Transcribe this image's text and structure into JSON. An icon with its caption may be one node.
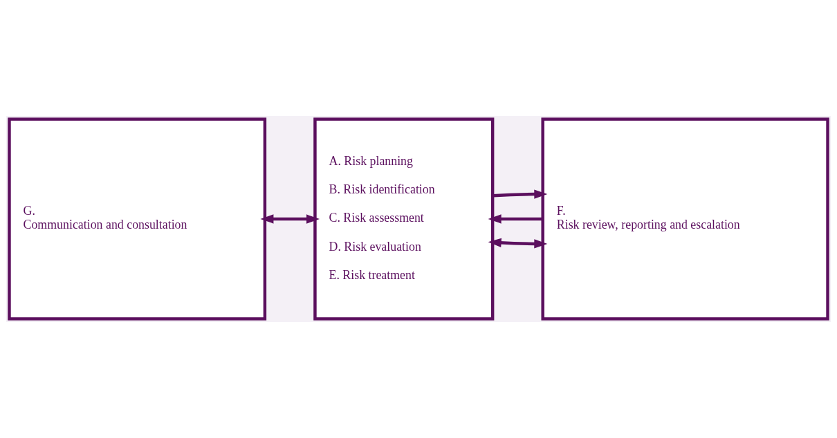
{
  "diagram": {
    "nodes": [
      {
        "text": [
          "G.",
          "Communication and consultation"
        ]
      },
      {
        "text": [
          "A. Risk planning",
          "B. Risk identification",
          "C. Risk assessment",
          "D. Risk evaluation",
          "E. Risk treatment"
        ]
      },
      {
        "text": [
          "F.",
          "Risk review, reporting and escalation"
        ]
      }
    ],
    "edges": [
      {
        "from": 0,
        "to": 1,
        "arrow": "both"
      },
      {
        "from": 1,
        "to": 2,
        "arrow": "both"
      },
      {
        "from": 2,
        "to": 1,
        "arrow": "to"
      },
      {
        "from": 1,
        "to": 2,
        "arrow": "to"
      }
    ]
  }
}
